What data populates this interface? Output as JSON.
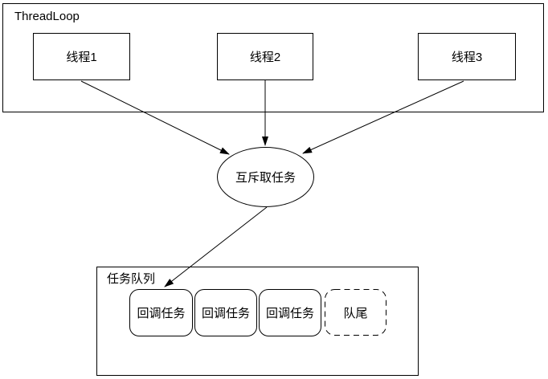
{
  "colors": {
    "stroke": "#000000",
    "background": "#ffffff",
    "text": "#000000"
  },
  "thread_loop": {
    "label": "ThreadLoop",
    "threads": [
      {
        "label": "线程1"
      },
      {
        "label": "线程2"
      },
      {
        "label": "线程3"
      }
    ]
  },
  "mutex": {
    "label": "互斥取任务"
  },
  "task_queue": {
    "label": "任务队列",
    "tasks": [
      {
        "label": "回调任务"
      },
      {
        "label": "回调任务"
      },
      {
        "label": "回调任务"
      }
    ],
    "tail": {
      "label": "队尾"
    }
  }
}
